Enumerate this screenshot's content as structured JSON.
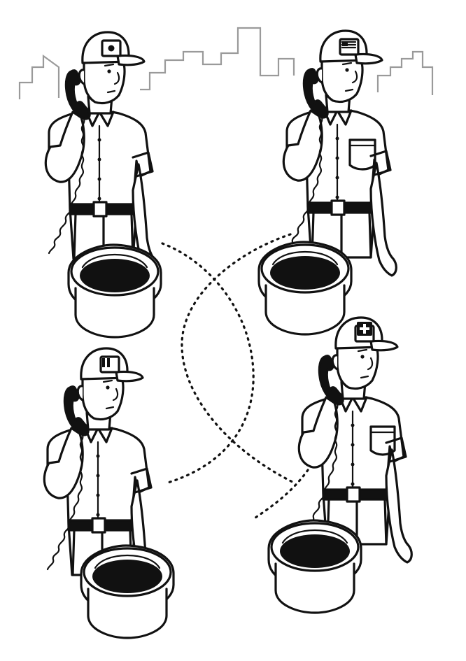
{
  "scene": {
    "stroke_color": "#111111",
    "skyline_color": "#9a9a9a",
    "background_color": "#ffffff",
    "workers": [
      {
        "cap_badge": "japan-flag-icon",
        "position": "top-left"
      },
      {
        "cap_badge": "us-flag-icon",
        "position": "top-right"
      },
      {
        "cap_badge": "pause-symbol-icon",
        "position": "bottom-left"
      },
      {
        "cap_badge": "cross-symbol-icon",
        "position": "bottom-right"
      }
    ]
  }
}
